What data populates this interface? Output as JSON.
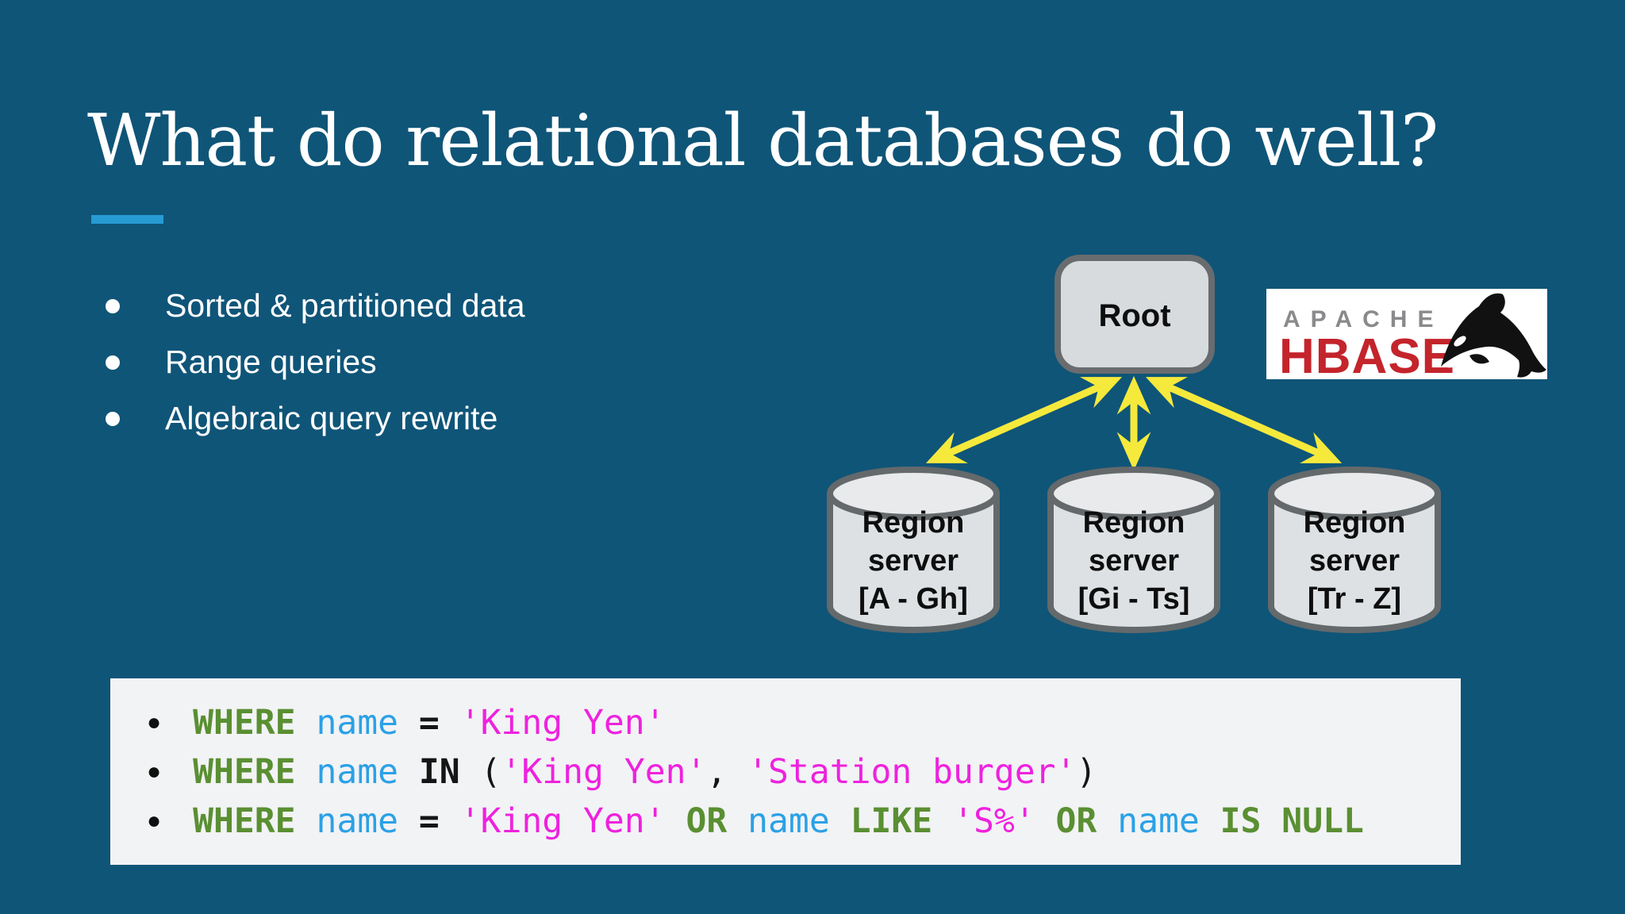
{
  "slide": {
    "title": "What do relational databases do well?",
    "bullets": [
      "Sorted & partitioned data",
      "Range queries",
      "Algebraic query rewrite"
    ]
  },
  "diagram": {
    "root_label": "Root",
    "servers": [
      {
        "lines": [
          "Region",
          "server",
          "[A - Gh]"
        ]
      },
      {
        "lines": [
          "Region",
          "server",
          "[Gi - Ts]"
        ]
      },
      {
        "lines": [
          "Region",
          "server",
          "[Tr - Z]"
        ]
      }
    ]
  },
  "logo": {
    "apache": "APACHE",
    "hbase": "HBASE",
    "orca": "orca-icon"
  },
  "code": {
    "lines": [
      {
        "bullet": "●",
        "tokens": [
          {
            "text": "WHERE ",
            "type": "kw"
          },
          {
            "text": "name ",
            "type": "id"
          },
          {
            "text": "= ",
            "type": "op"
          },
          {
            "text": "'King Yen'",
            "type": "str"
          }
        ]
      },
      {
        "bullet": "●",
        "tokens": [
          {
            "text": "WHERE ",
            "type": "kw"
          },
          {
            "text": "name ",
            "type": "id"
          },
          {
            "text": "IN",
            "type": "op"
          },
          {
            "text": " (",
            "type": "p"
          },
          {
            "text": "'King Yen'",
            "type": "str"
          },
          {
            "text": ", ",
            "type": "p"
          },
          {
            "text": "'Station burger'",
            "type": "str"
          },
          {
            "text": ")",
            "type": "p"
          }
        ]
      },
      {
        "bullet": "●",
        "tokens": [
          {
            "text": "WHERE ",
            "type": "kw"
          },
          {
            "text": "name ",
            "type": "id"
          },
          {
            "text": "= ",
            "type": "op"
          },
          {
            "text": "'King Yen'",
            "type": "str"
          },
          {
            "text": " OR ",
            "type": "kw"
          },
          {
            "text": "name",
            "type": "id"
          },
          {
            "text": " LIKE ",
            "type": "kw"
          },
          {
            "text": "'S%'",
            "type": "str"
          },
          {
            "text": " OR ",
            "type": "kw"
          },
          {
            "text": "name",
            "type": "id"
          },
          {
            "text": " IS NULL",
            "type": "kw"
          }
        ]
      }
    ]
  },
  "colors": {
    "background": "#0F5578",
    "accent_bar": "#279BD4",
    "arrow_yellow": "#F5E93C",
    "node_fill": "#D7DBDE",
    "node_stroke": "#696C6E",
    "code_bg": "#F2F3F5",
    "keyword_green": "#5A8F32",
    "identifier_blue": "#2BA1E6",
    "string_magenta": "#EE22DE",
    "hbase_red": "#C4242B",
    "apache_gray": "#8A8A8C"
  }
}
